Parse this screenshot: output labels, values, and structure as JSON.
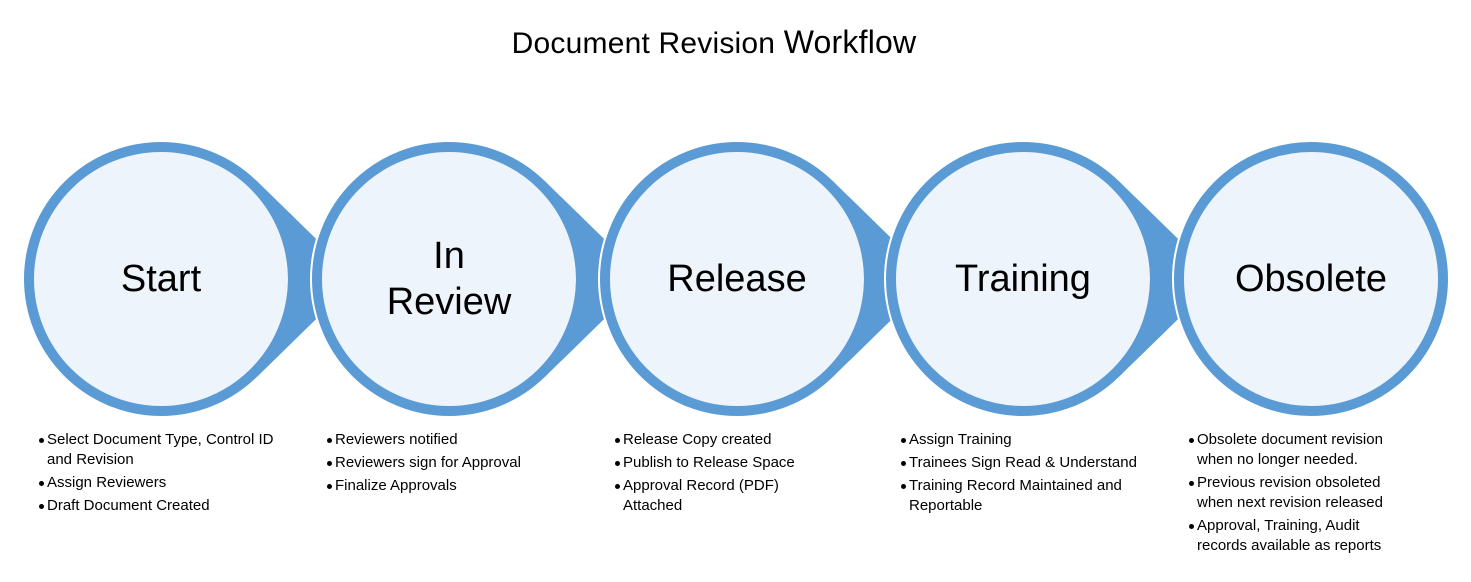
{
  "title": {
    "part1": "Document Revision",
    "part2": "Workflow"
  },
  "colors": {
    "stroke": "#5B9BD5",
    "fill": "#EEF4FB",
    "arrow": "#5B9BD5",
    "text": "#000000",
    "background": "#FFFFFF"
  },
  "stages": [
    {
      "label": "Start",
      "bullets": [
        "Select Document Type, Control ID and Revision",
        "Assign Reviewers",
        "Draft Document Created"
      ]
    },
    {
      "label": "In\nReview",
      "bullets": [
        "Reviewers notified",
        "Reviewers sign for Approval",
        "Finalize Approvals"
      ]
    },
    {
      "label": "Release",
      "bullets": [
        "Release Copy created",
        "Publish to Release Space",
        "Approval Record (PDF) Attached"
      ]
    },
    {
      "label": "Training",
      "bullets": [
        "Assign Training",
        "Trainees Sign Read & Understand",
        "Training Record Maintained and Reportable"
      ]
    },
    {
      "label": "Obsolete",
      "bullets": [
        "Obsolete document revision when no longer needed.",
        "Previous revision obsoleted when next revision released",
        "Approval, Training, Audit records available as reports"
      ]
    }
  ]
}
